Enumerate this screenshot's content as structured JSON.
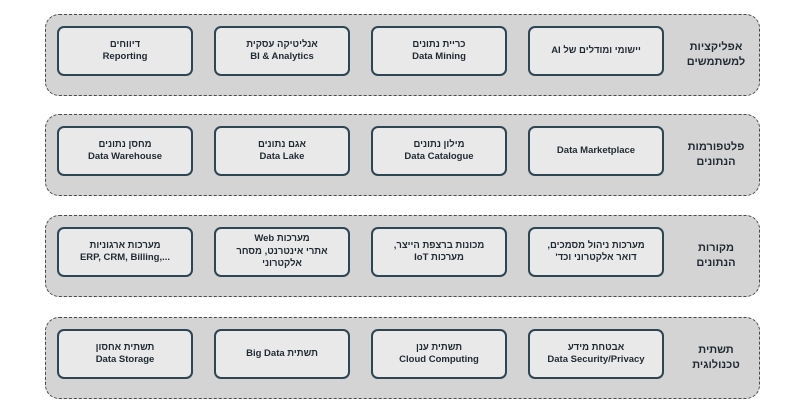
{
  "layers": [
    {
      "label_lines": [
        "אפליקציות",
        "למשתמשים"
      ],
      "boxes": [
        {
          "he": "יישומי ומודלים של AI",
          "en": ""
        },
        {
          "he": "כריית נתונים",
          "en": "Data Mining"
        },
        {
          "he": "אנליטיקה עסקית",
          "en": "BI & Analytics"
        },
        {
          "he": "דיווחים",
          "en": "Reporting"
        }
      ]
    },
    {
      "label_lines": [
        "פלטפורמות",
        "הנתונים"
      ],
      "boxes": [
        {
          "he": "",
          "en": "Data Marketplace"
        },
        {
          "he": "מילון נתונים",
          "en": "Data Catalogue"
        },
        {
          "he": "אגם נתונים",
          "en": "Data Lake"
        },
        {
          "he": "מחסן נתונים",
          "en": "Data Warehouse"
        }
      ]
    },
    {
      "label_lines": [
        "מקורות",
        "הנתונים"
      ],
      "boxes": [
        {
          "he": "מערכות ניהול מסמכים,\nדואר אלקטרוני וכד'",
          "en": ""
        },
        {
          "he": "מכונות ברצפת הייצר,\nמערכות IoT",
          "en": ""
        },
        {
          "he": "מערכות Web\nאתרי אינטרנט, מסחר\nאלקטרוני",
          "en": ""
        },
        {
          "he": "מערכות ארגוניות",
          "en": "ERP, CRM, Billing,..."
        }
      ]
    },
    {
      "label_lines": [
        "תשתית",
        "טכנולוגית"
      ],
      "boxes": [
        {
          "he": "אבטחת מידע",
          "en": "Data Security/Privacy"
        },
        {
          "he": "תשתית ענן",
          "en": "Cloud Computing"
        },
        {
          "he": "תשתית Big Data",
          "en": ""
        },
        {
          "he": "תשתית אחסון",
          "en": "Data Storage"
        }
      ]
    }
  ]
}
